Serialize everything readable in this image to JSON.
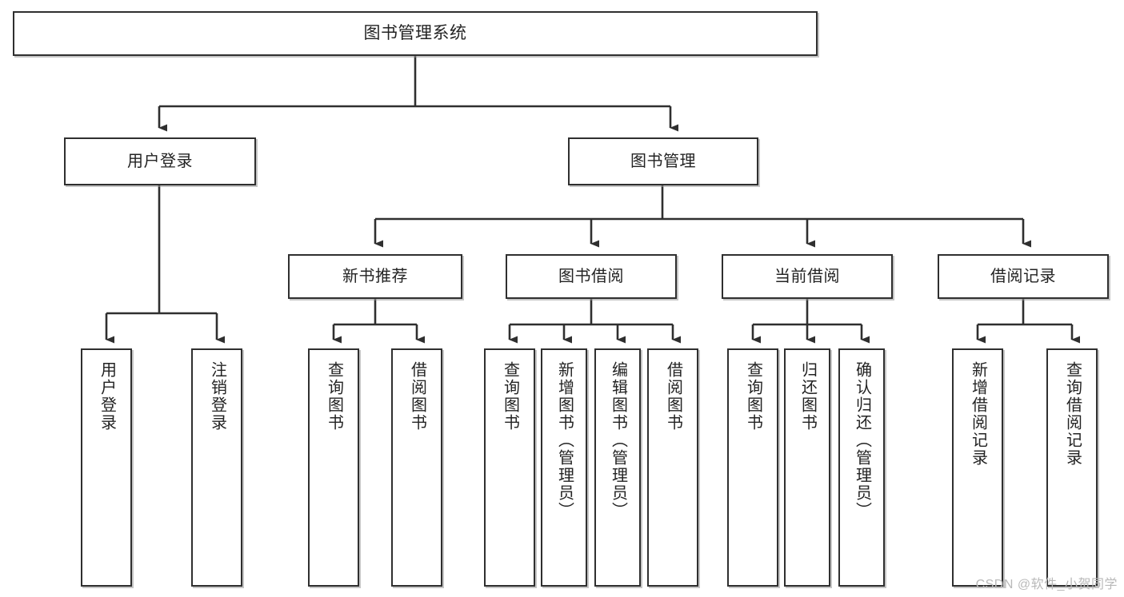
{
  "diagram": {
    "title": "图书管理系统",
    "watermark": "CSDN @软件_小贺同学",
    "colors": {
      "box_border": "#2f2f2f",
      "box_fill": "#ffffff",
      "edge": "#2f2f2f",
      "text": "#232323",
      "watermark": "#b9b9b9"
    },
    "levels": {
      "root": "图书管理系统",
      "level1": [
        "用户登录",
        "图书管理"
      ],
      "level2": [
        "新书推荐",
        "图书借阅",
        "当前借阅",
        "借阅记录"
      ]
    },
    "nodes": {
      "root": {
        "label": "图书管理系统"
      },
      "user_login": {
        "label": "用户登录"
      },
      "book_manage": {
        "label": "图书管理"
      },
      "new_book_rec": {
        "label": "新书推荐"
      },
      "book_borrow": {
        "label": "图书借阅"
      },
      "current_borrow": {
        "label": "当前借阅"
      },
      "borrow_record": {
        "label": "借阅记录"
      },
      "leaf_user_login": {
        "label": "用户登录"
      },
      "leaf_logout": {
        "label": "注销登录"
      },
      "leaf_rec_query": {
        "label": "查询图书"
      },
      "leaf_rec_borrow": {
        "label": "借阅图书"
      },
      "leaf_borrow_query": {
        "label": "查询图书"
      },
      "leaf_borrow_add": {
        "label": "新增图书（管理员）"
      },
      "leaf_borrow_edit": {
        "label": "编辑图书（管理员）"
      },
      "leaf_borrow_do": {
        "label": "借阅图书"
      },
      "leaf_cur_query": {
        "label": "查询图书"
      },
      "leaf_cur_return": {
        "label": "归还图书"
      },
      "leaf_cur_confirm": {
        "label": "确认归还（管理员）"
      },
      "leaf_rec_add": {
        "label": "新增借阅记录"
      },
      "leaf_rec_query2": {
        "label": "查询借阅记录"
      }
    }
  }
}
